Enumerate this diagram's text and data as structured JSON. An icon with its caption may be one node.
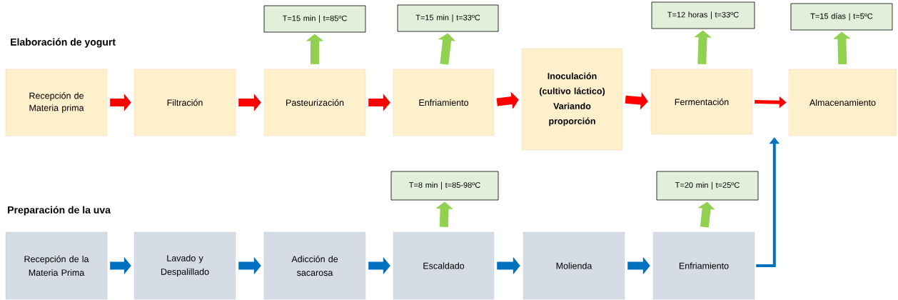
{
  "diagram": {
    "nodes": [
      {
        "text": [
          "Recepción de Materia prima"
        ]
      },
      {
        "text": [
          "Filtración"
        ]
      },
      {
        "text": [
          "Pasteurización"
        ]
      },
      {
        "text": [
          "Enfriamiento"
        ]
      },
      {
        "text": [
          "Inoculación (cultivo láctico) Variando proporción"
        ]
      },
      {
        "text": [
          "Fermentación"
        ]
      },
      {
        "text": [
          "Almacenamiento"
        ]
      },
      {
        "text": [
          "T=15 min | t=85ºC"
        ]
      },
      {
        "text": [
          "T=15 min | t=33ºC"
        ]
      },
      {
        "text": [
          "T=12 horas | t=33ºC"
        ]
      },
      {
        "text": [
          "T=15 días | t=5ºC"
        ]
      },
      {
        "text": [
          "Recepción de la Materia Prima"
        ]
      },
      {
        "text": [
          "Lavado y Despalillado"
        ]
      },
      {
        "text": [
          "Adicción de sacarosa"
        ]
      },
      {
        "text": [
          "Escaldado"
        ]
      },
      {
        "text": [
          "Molienda"
        ]
      },
      {
        "text": [
          "Enfriamiento"
        ]
      },
      {
        "text": [
          "T=8 min | t=85-98ºC"
        ]
      },
      {
        "text": [
          "T=20 min | t=25ºC"
        ]
      }
    ],
    "edges": [
      {
        "from": 0,
        "to": 1,
        "arrow": "to",
        "color": "#ff0000"
      },
      {
        "from": 1,
        "to": 2,
        "arrow": "to",
        "color": "#ff0000"
      },
      {
        "from": 2,
        "to": 3,
        "arrow": "to",
        "color": "#ff0000"
      },
      {
        "from": 3,
        "to": 4,
        "arrow": "to",
        "color": "#ff0000"
      },
      {
        "from": 4,
        "to": 5,
        "arrow": "to",
        "color": "#ff0000"
      },
      {
        "from": 5,
        "to": 6,
        "arrow": "to",
        "color": "#ff0000"
      },
      {
        "from": 2,
        "to": 7,
        "arrow": "to",
        "color": "#92d050"
      },
      {
        "from": 3,
        "to": 8,
        "arrow": "to",
        "color": "#92d050"
      },
      {
        "from": 5,
        "to": 9,
        "arrow": "to",
        "color": "#92d050"
      },
      {
        "from": 6,
        "to": 10,
        "arrow": "to",
        "color": "#92d050"
      },
      {
        "from": 11,
        "to": 12,
        "arrow": "to",
        "color": "#0070c0"
      },
      {
        "from": 12,
        "to": 13,
        "arrow": "to",
        "color": "#0070c0"
      },
      {
        "from": 13,
        "to": 14,
        "arrow": "to",
        "color": "#0070c0"
      },
      {
        "from": 14,
        "to": 15,
        "arrow": "to",
        "color": "#0070c0"
      },
      {
        "from": 15,
        "to": 16,
        "arrow": "to",
        "color": "#0070c0"
      },
      {
        "from": 14,
        "to": 17,
        "arrow": "to",
        "color": "#92d050"
      },
      {
        "from": 16,
        "to": 18,
        "arrow": "to",
        "color": "#92d050"
      },
      {
        "from": 16,
        "to": 6,
        "arrow": "to",
        "color": "#0070c0"
      }
    ],
    "labels": [
      "Elaboración de yogurt",
      "Preparación de la uva"
    ]
  }
}
